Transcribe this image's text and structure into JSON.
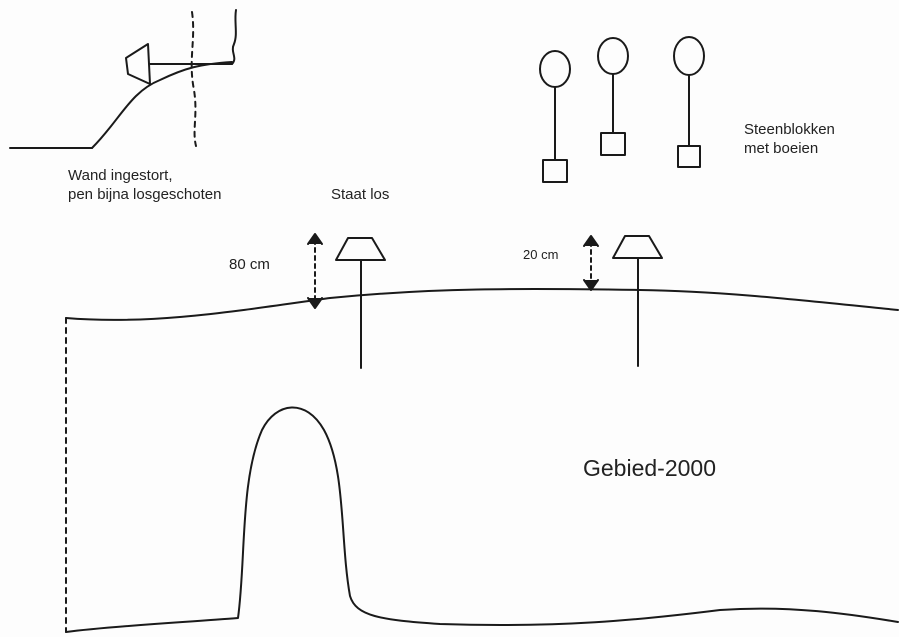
{
  "labels": {
    "wall_collapsed": [
      "Wand ingestort,",
      "pen bijna losgeschoten"
    ],
    "loose": "Staat los",
    "stone_blocks": [
      "Steenblokken",
      "met boeien"
    ],
    "depth_80": "80 cm",
    "depth_20": "20 cm",
    "area": "Gebied-2000"
  },
  "colors": {
    "stroke": "#1a1a1a",
    "background": "#fdfdfd"
  }
}
